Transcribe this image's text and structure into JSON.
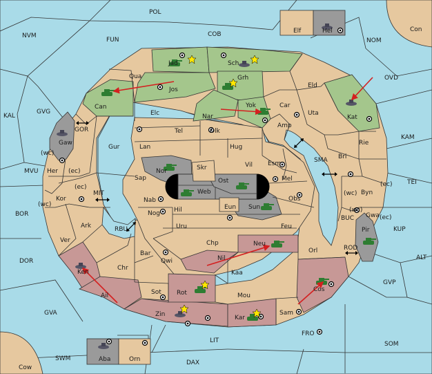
{
  "colors": {
    "sea": "#a9dbe8",
    "neutral": "#e6c89f",
    "green": "#a4c68c",
    "red": "#c79896",
    "grey": "#9a9a9a",
    "order": "#d42020"
  },
  "regions": {
    "POL": "POL",
    "NVM": "NVM",
    "FUN": "FUN",
    "COB": "COB",
    "NOM": "NOM",
    "Con": "Con",
    "OVD": "OVD",
    "KAL": "KAL",
    "GVG": "GVG",
    "GOR": "GOR",
    "MVU": "MVU",
    "BOR": "BOR",
    "DOR": "DOR",
    "GVA": "GVA",
    "SWM": "SWM",
    "Cow": "Cow",
    "DAX": "DAX",
    "LIT": "LIT",
    "FRO": "FRO",
    "SOM": "SOM",
    "GVP": "GVP",
    "ALT": "ALT",
    "KUP": "KUP",
    "TEI": "TEI",
    "KAM": "KAM",
    "SMA": "SMA",
    "MIT": "MIT",
    "RBU": "RBU",
    "BUC": "BUC",
    "ROD": "ROD",
    "Elf": "Elf",
    "Hel": "Hel",
    "Aba": "Aba",
    "Orn": "Orn",
    "Jad": "Jad",
    "Sch": "Sch",
    "Qua": "Qua",
    "Jos": "Jos",
    "Grh": "Grh",
    "Can": "Can",
    "Eld": "Eld",
    "Kat": "Kat",
    "Car": "Car",
    "Uta": "Uta",
    "Yok": "Yok",
    "Nar": "Nar",
    "Elc": "Elc",
    "Tel": "Tel",
    "Olk": "Olk",
    "Amp": "Amp",
    "Gaw": "Gaw",
    "Gur": "Gur",
    "Lan": "Lan",
    "Hug": "Hug",
    "Rie": "Rie",
    "Bri": "Bri",
    "Her": "Her",
    "Nor": "Nor",
    "Skr": "Skr",
    "Vil": "Vil",
    "Esm": "Esm",
    "Sap": "Sap",
    "Ost": "Ost",
    "Web": "Web",
    "Mel": "Mel",
    "Byn": "Byn",
    "Kor": "Kor",
    "Nab": "Nab",
    "Eun": "Eun",
    "Sun": "Sun",
    "Obs": "Obs",
    "Gwa": "Gwa",
    "Ark": "Ark",
    "Hil": "Hil",
    "Nog": "Nog",
    "Uru": "Uru",
    "Feu": "Feu",
    "Pir": "Pir",
    "Ver": "Ver",
    "Chp": "Chp",
    "Neu": "Neu",
    "Bar": "Bar",
    "Qwi": "Qwi",
    "Nil": "Nil",
    "Orl": "Orl",
    "Ken": "Ken",
    "Chr": "Chr",
    "Kaa": "Kaa",
    "Ail": "Ail",
    "Sot": "Sot",
    "Rot": "Rot",
    "Mou": "Mou",
    "Cos": "Cos",
    "Zin": "Zin",
    "Kar": "Kar",
    "Sam": "Sam"
  },
  "coast_tags": {
    "wc1": "(wc)",
    "ec1": "(ec)",
    "ec2": "(ec)",
    "wc2": "(wc)",
    "wc3": "(wc)",
    "ec3": "(ec)",
    "wc4": "(wc)",
    "ec4": "(ec)"
  }
}
